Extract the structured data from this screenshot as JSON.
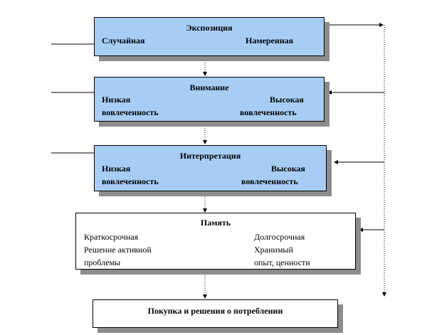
{
  "boxes": {
    "exposure": {
      "title": "Экспозиция",
      "left": "Случайная",
      "right": "Намеренная"
    },
    "attention": {
      "title": "Внимание",
      "left_1": "Низкая",
      "left_2": "вовлеченность",
      "right_1": "Высокая",
      "right_2": "вовлеченность"
    },
    "interpretation": {
      "title": "Интерпретация",
      "left_1": "Низкая",
      "left_2": "вовлеченность",
      "right_1": "Высокая",
      "right_2": "вовлеченность"
    },
    "memory": {
      "title": "Память",
      "left_1": "Краткосрочная",
      "left_2": "Решение  активной",
      "left_3": "проблемы",
      "right_1": "Долгосрочная",
      "right_2": "Хранимый",
      "right_3": "опыт, ценности"
    },
    "purchase": {
      "title": "Покупка и решения о потреблении"
    }
  },
  "colors": {
    "stage_fill": "#a8cdf5",
    "shadow": "#8c8c8c",
    "line": "#000000"
  }
}
